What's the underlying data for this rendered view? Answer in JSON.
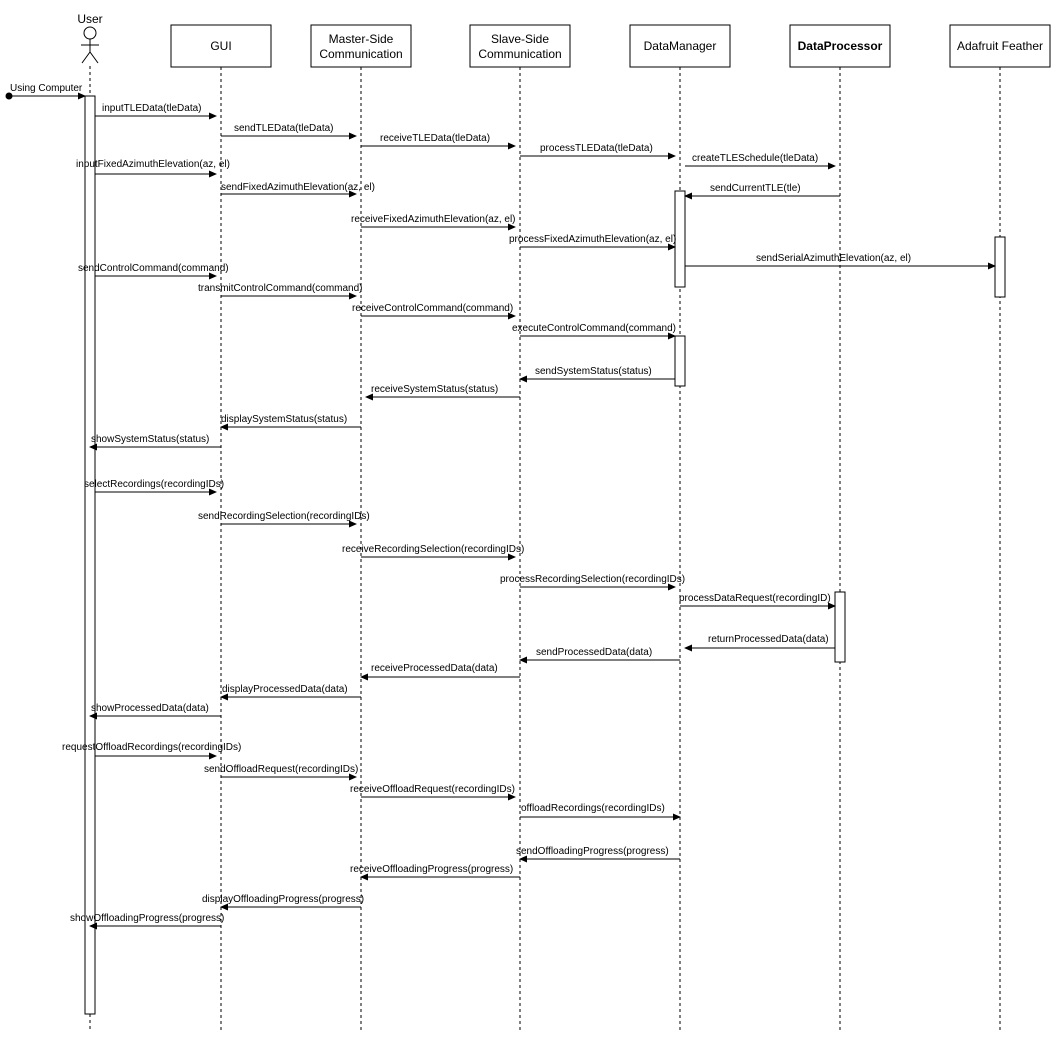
{
  "diagram": {
    "type": "sequence",
    "actor": {
      "id": "user",
      "label": "User"
    },
    "participants": [
      {
        "id": "gui",
        "lines": [
          "GUI"
        ],
        "bold": false
      },
      {
        "id": "master",
        "lines": [
          "Master-Side",
          "Communication"
        ],
        "bold": false
      },
      {
        "id": "slave",
        "lines": [
          "Slave-Side",
          "Communication"
        ],
        "bold": false
      },
      {
        "id": "datamanager",
        "lines": [
          "DataManager"
        ],
        "bold": false
      },
      {
        "id": "dataprocessor",
        "lines": [
          "DataProcessor"
        ],
        "bold": true
      },
      {
        "id": "feather",
        "lines": [
          "Adafruit Feather"
        ],
        "bold": false
      }
    ],
    "messages": [
      {
        "from": "start",
        "to": "user",
        "label": "Using Computer"
      },
      {
        "from": "user",
        "to": "gui",
        "label": "inputTLEData(tleData)"
      },
      {
        "from": "gui",
        "to": "master",
        "label": "sendTLEData(tleData)"
      },
      {
        "from": "master",
        "to": "slave",
        "label": "receiveTLEData(tleData)"
      },
      {
        "from": "slave",
        "to": "datamanager",
        "label": "processTLEData(tleData)"
      },
      {
        "from": "datamanager",
        "to": "dataprocessor",
        "label": "createTLESchedule(tleData)"
      },
      {
        "from": "user",
        "to": "gui",
        "label": "inputFixedAzimuthElevation(az, el)"
      },
      {
        "from": "gui",
        "to": "master",
        "label": "sendFixedAzimuthElevation(az, el)"
      },
      {
        "from": "dataprocessor",
        "to": "datamanager",
        "label": "sendCurrentTLE(tle)"
      },
      {
        "from": "master",
        "to": "slave",
        "label": "receiveFixedAzimuthElevation(az, el)"
      },
      {
        "from": "slave",
        "to": "datamanager",
        "label": "processFixedAzimuthElevation(az, el)"
      },
      {
        "from": "datamanager",
        "to": "feather",
        "label": "sendSerialAzimuthElevation(az, el)"
      },
      {
        "from": "user",
        "to": "gui",
        "label": "sendControlCommand(command)"
      },
      {
        "from": "gui",
        "to": "master",
        "label": "transmitControlCommand(command)"
      },
      {
        "from": "master",
        "to": "slave",
        "label": "receiveControlCommand(command)"
      },
      {
        "from": "slave",
        "to": "datamanager",
        "label": "executeControlCommand(command)"
      },
      {
        "from": "datamanager",
        "to": "slave",
        "label": "sendSystemStatus(status)"
      },
      {
        "from": "slave",
        "to": "master",
        "label": "receiveSystemStatus(status)"
      },
      {
        "from": "master",
        "to": "gui",
        "label": "displaySystemStatus(status)"
      },
      {
        "from": "gui",
        "to": "user",
        "label": "showSystemStatus(status)"
      },
      {
        "from": "user",
        "to": "gui",
        "label": "selectRecordings(recordingIDs)"
      },
      {
        "from": "gui",
        "to": "master",
        "label": "sendRecordingSelection(recordingIDs)"
      },
      {
        "from": "master",
        "to": "slave",
        "label": "receiveRecordingSelection(recordingIDs)"
      },
      {
        "from": "slave",
        "to": "datamanager",
        "label": "processRecordingSelection(recordingIDs)"
      },
      {
        "from": "datamanager",
        "to": "dataprocessor",
        "label": "processDataRequest(recordingID)"
      },
      {
        "from": "dataprocessor",
        "to": "datamanager",
        "label": "returnProcessedData(data)"
      },
      {
        "from": "datamanager",
        "to": "slave",
        "label": "sendProcessedData(data)"
      },
      {
        "from": "slave",
        "to": "master",
        "label": "receiveProcessedData(data)"
      },
      {
        "from": "master",
        "to": "gui",
        "label": "displayProcessedData(data)"
      },
      {
        "from": "gui",
        "to": "user",
        "label": "showProcessedData(data)"
      },
      {
        "from": "user",
        "to": "gui",
        "label": "requestOffloadRecordings(recordingIDs)"
      },
      {
        "from": "gui",
        "to": "master",
        "label": "sendOffloadRequest(recordingIDs)"
      },
      {
        "from": "master",
        "to": "slave",
        "label": "receiveOffloadRequest(recordingIDs)"
      },
      {
        "from": "slave",
        "to": "datamanager",
        "label": "offloadRecordings(recordingIDs)"
      },
      {
        "from": "datamanager",
        "to": "slave",
        "label": "sendOffloadingProgress(progress)"
      },
      {
        "from": "slave",
        "to": "master",
        "label": "receiveOffloadingProgress(progress)"
      },
      {
        "from": "master",
        "to": "gui",
        "label": "displayOffloadingProgress(progress)"
      },
      {
        "from": "gui",
        "to": "user",
        "label": "showOffloadingProgress(progress)"
      }
    ]
  }
}
